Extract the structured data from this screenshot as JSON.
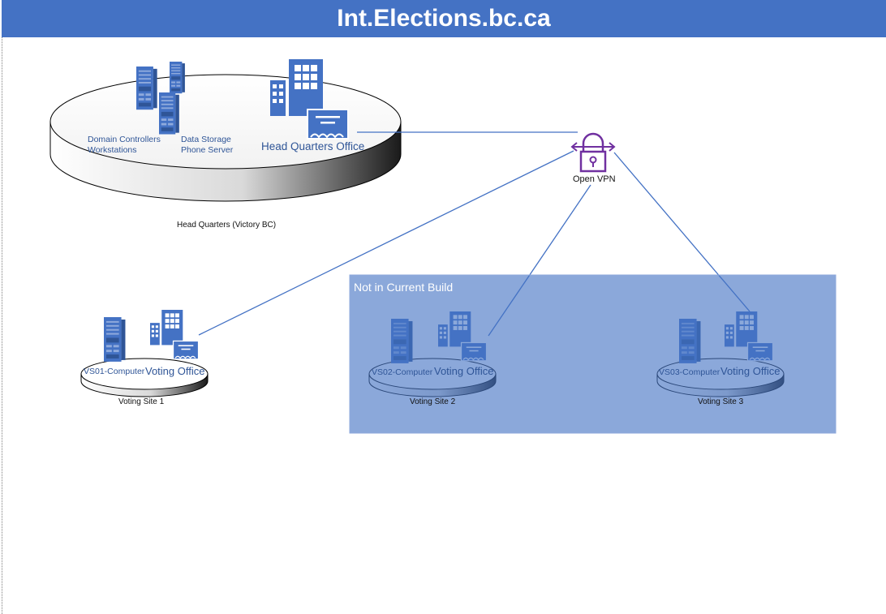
{
  "title": "Int.Elections.bc.ca",
  "colors": {
    "title_bar": "#4472c4",
    "icon_blue": "#4472c4",
    "link_line": "#4472c4",
    "overlay": "#4472c4",
    "vpn_purple": "#7030a0",
    "label_blue": "#2f5597"
  },
  "hq": {
    "caption": "Head Quarters (Victory BC)",
    "domain_controllers": "Domain Controllers",
    "workstations": "Workstations",
    "data_storage": "Data Storage",
    "phone_server": "Phone Server",
    "office": "Head Quarters Office"
  },
  "vpn": {
    "label": "Open VPN",
    "icon": "vpn-lock-icon"
  },
  "not_in_build": {
    "label": "Not in Current Build"
  },
  "sites": [
    {
      "computer": "VS01-Computer",
      "office": "Voting Office",
      "caption": "Voting Site 1"
    },
    {
      "computer": "VS02-Computer",
      "office": "Voting Office",
      "caption": "Voting Site 2"
    },
    {
      "computer": "VS03-Computer",
      "office": "Voting Office",
      "caption": "Voting Site 3"
    }
  ]
}
